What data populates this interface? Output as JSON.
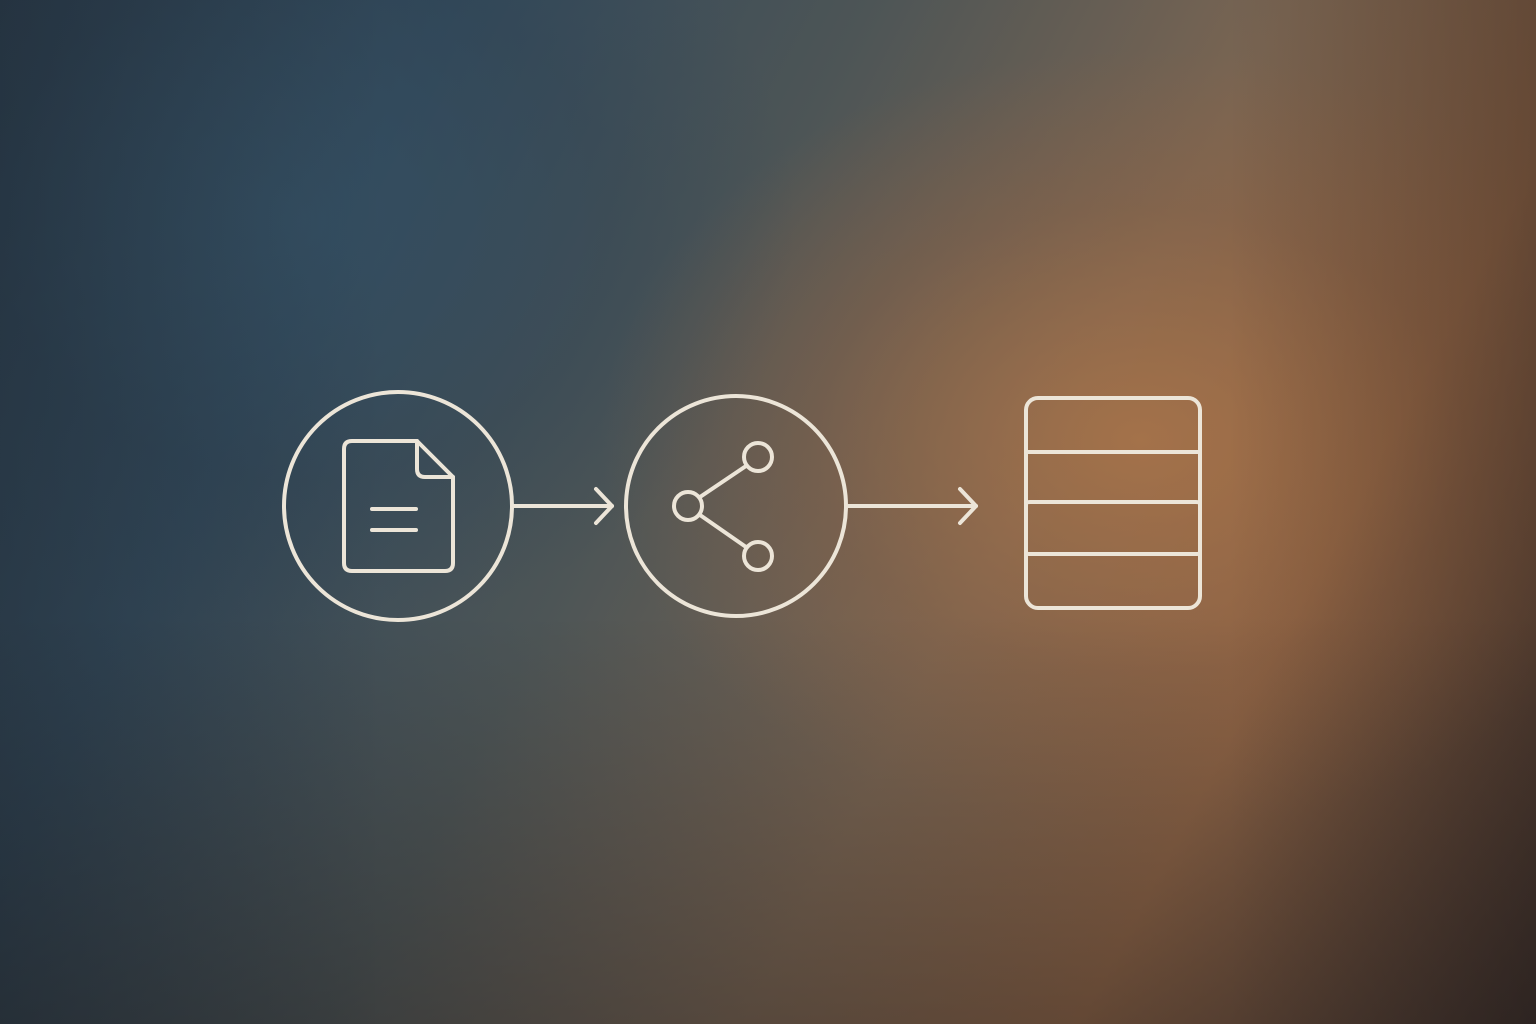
{
  "diagram": {
    "type": "flow",
    "nodes": [
      {
        "id": "document",
        "icon": "document-icon",
        "shape": "circle"
      },
      {
        "id": "share",
        "icon": "share-icon",
        "shape": "circle"
      },
      {
        "id": "database",
        "icon": "database-icon",
        "shape": "none"
      }
    ],
    "edges": [
      {
        "from": "document",
        "to": "share"
      },
      {
        "from": "share",
        "to": "database"
      }
    ],
    "colors": {
      "stroke": "#ece5d8",
      "background_cool": "#2e4455",
      "background_warm": "#a06a44"
    }
  }
}
